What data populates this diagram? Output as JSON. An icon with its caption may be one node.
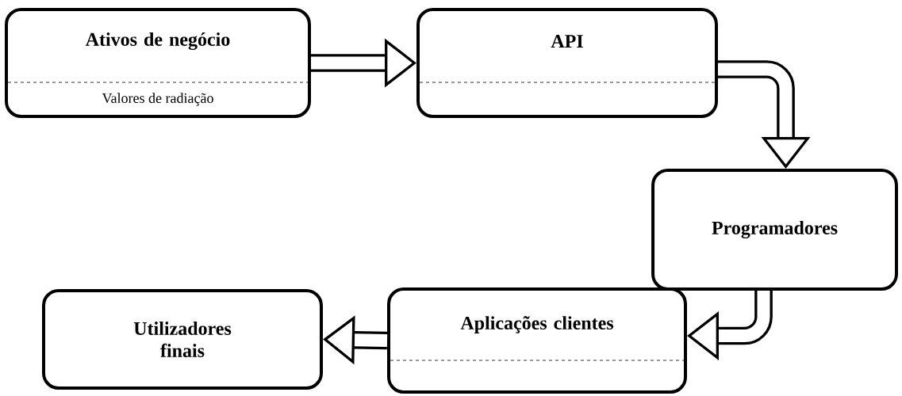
{
  "diagram": {
    "nodes": [
      {
        "text": [
          "Ativos de negócio",
          "Valores de radiação"
        ]
      },
      {
        "text": [
          "API"
        ]
      },
      {
        "text": [
          "Programadores"
        ]
      },
      {
        "text": [
          "Aplicações clientes"
        ]
      },
      {
        "text": [
          "Utilizadores finais"
        ]
      }
    ],
    "edges": [
      {
        "from": 0,
        "to": 1,
        "arrow": "to"
      },
      {
        "from": 1,
        "to": 2,
        "arrow": "to"
      },
      {
        "from": 2,
        "to": 3,
        "arrow": "to"
      },
      {
        "from": 3,
        "to": 4,
        "arrow": "to"
      }
    ]
  }
}
